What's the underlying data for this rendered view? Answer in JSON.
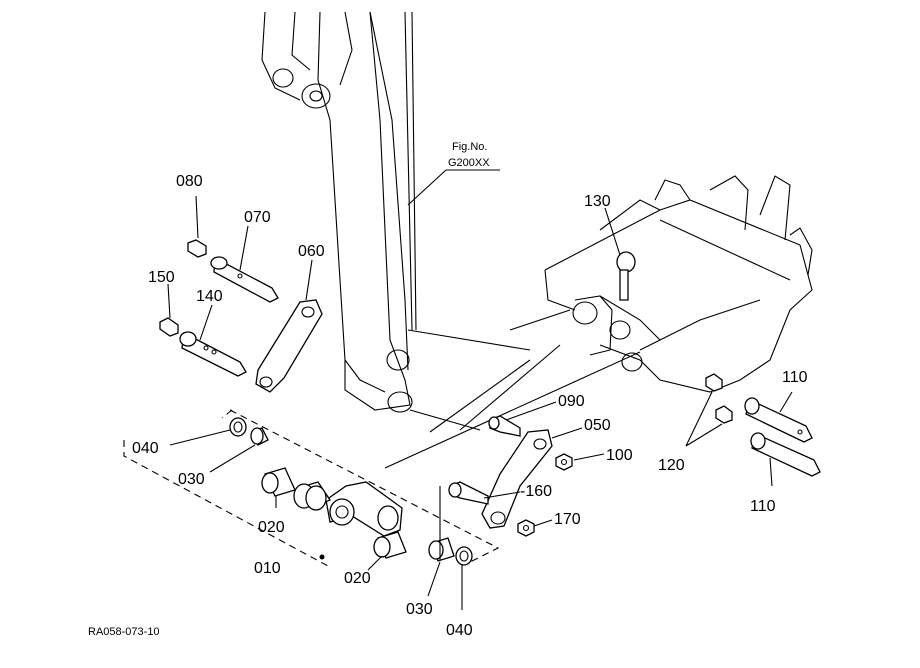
{
  "figure": {
    "fig_no_label": "Fig.No.",
    "fig_no_value": "G200XX",
    "drawing_code": "RA058-073-10"
  },
  "callouts": {
    "p080": "080",
    "p070": "070",
    "p060": "060",
    "p150": "150",
    "p140": "140",
    "p040a": "040",
    "p030a": "030",
    "p020a": "020",
    "p010": "010",
    "p020b": "020",
    "p030b": "030",
    "p040b": "040",
    "p130": "130",
    "p090": "090",
    "p050": "050",
    "p100": "100",
    "p160": "-160",
    "p170": "170",
    "p110a": "110",
    "p120": "120",
    "p110b": "110"
  }
}
